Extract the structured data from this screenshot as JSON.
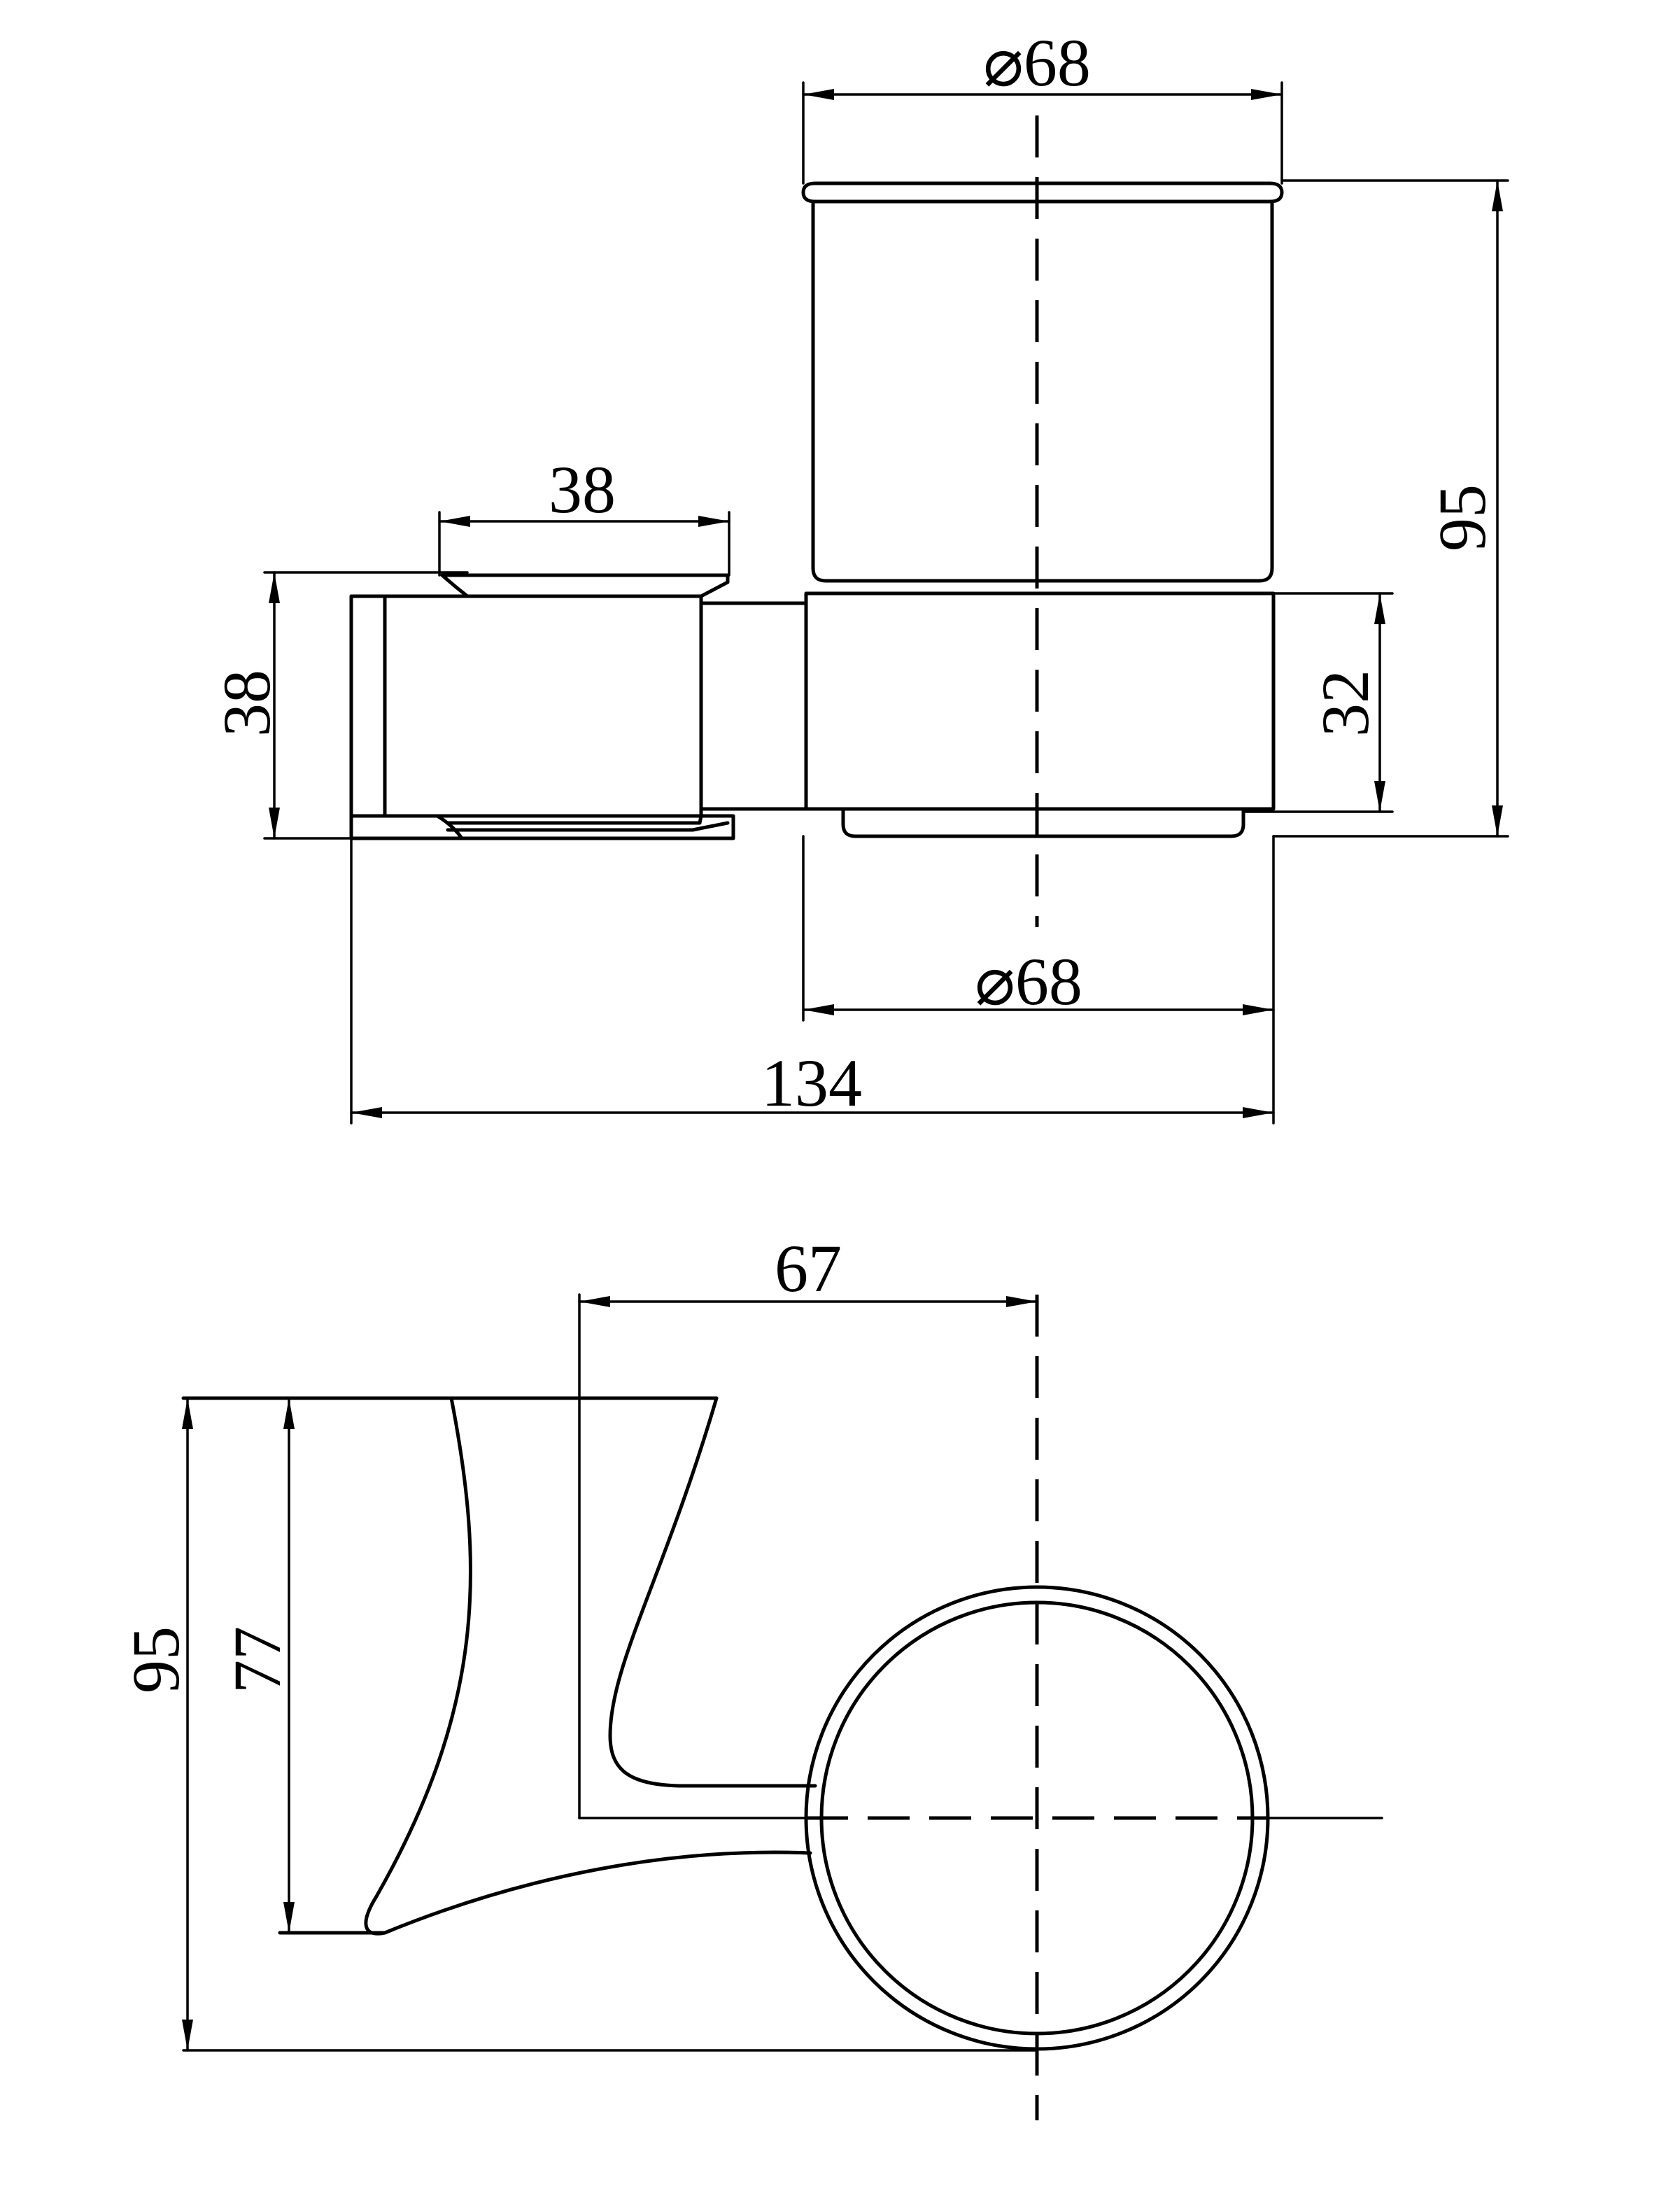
{
  "top_view": {
    "dim_top_diameter": "⌀68",
    "dim_bottom_diameter": "⌀68",
    "dim_bracket_width": "38",
    "dim_bracket_height": "38",
    "dim_base_height": "32",
    "dim_total_height": "95",
    "dim_total_width": "134"
  },
  "side_view": {
    "dim_offset": "67",
    "dim_total_height": "95",
    "dim_arm_height": "77"
  },
  "colors": {
    "line": "#000000",
    "background": "#ffffff"
  }
}
